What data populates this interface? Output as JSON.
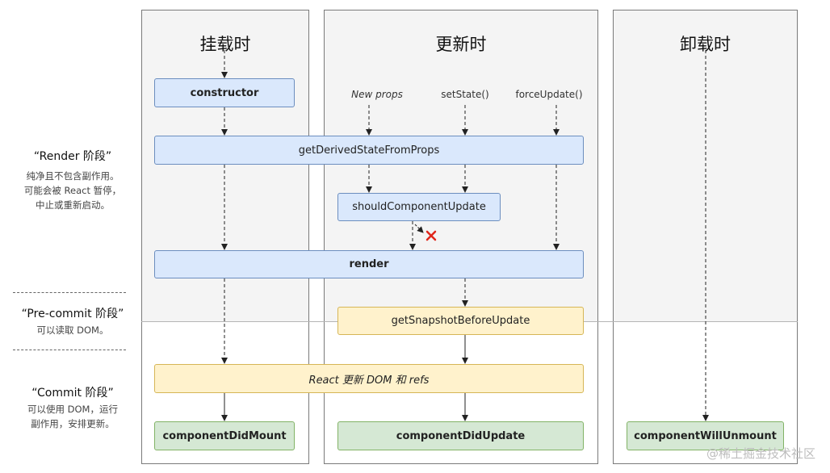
{
  "columns": {
    "mount": "挂载时",
    "update": "更新时",
    "unmount": "卸载时"
  },
  "phases": {
    "render": {
      "title": "“Render 阶段”",
      "desc": [
        "纯净且不包含副作用。",
        "可能会被 React 暂停，",
        "中止或重新启动。"
      ]
    },
    "precommit": {
      "title": "“Pre-commit 阶段”",
      "desc": [
        "可以读取 DOM。"
      ]
    },
    "commit": {
      "title": "“Commit 阶段”",
      "desc": [
        "可以使用 DOM，运行",
        "副作用，安排更新。"
      ]
    }
  },
  "triggers": {
    "new_props": "New props",
    "set_state": "setState()",
    "force_update": "forceUpdate()"
  },
  "methods": {
    "constructor": "constructor",
    "get_derived": "getDerivedStateFromProps",
    "should_update": "shouldComponentUpdate",
    "render": "render",
    "get_snapshot": "getSnapshotBeforeUpdate",
    "react_update": "React 更新 DOM 和 refs",
    "did_mount": "componentDidMount",
    "did_update": "componentDidUpdate",
    "will_unmount": "componentWillUnmount"
  },
  "colors": {
    "render_phase": "#dae8fc",
    "precommit_phase": "#fff2cc",
    "commit_phase": "#d5e8d4",
    "cancel": "#e0261b"
  },
  "watermark": "@稀土掘金技术社区"
}
